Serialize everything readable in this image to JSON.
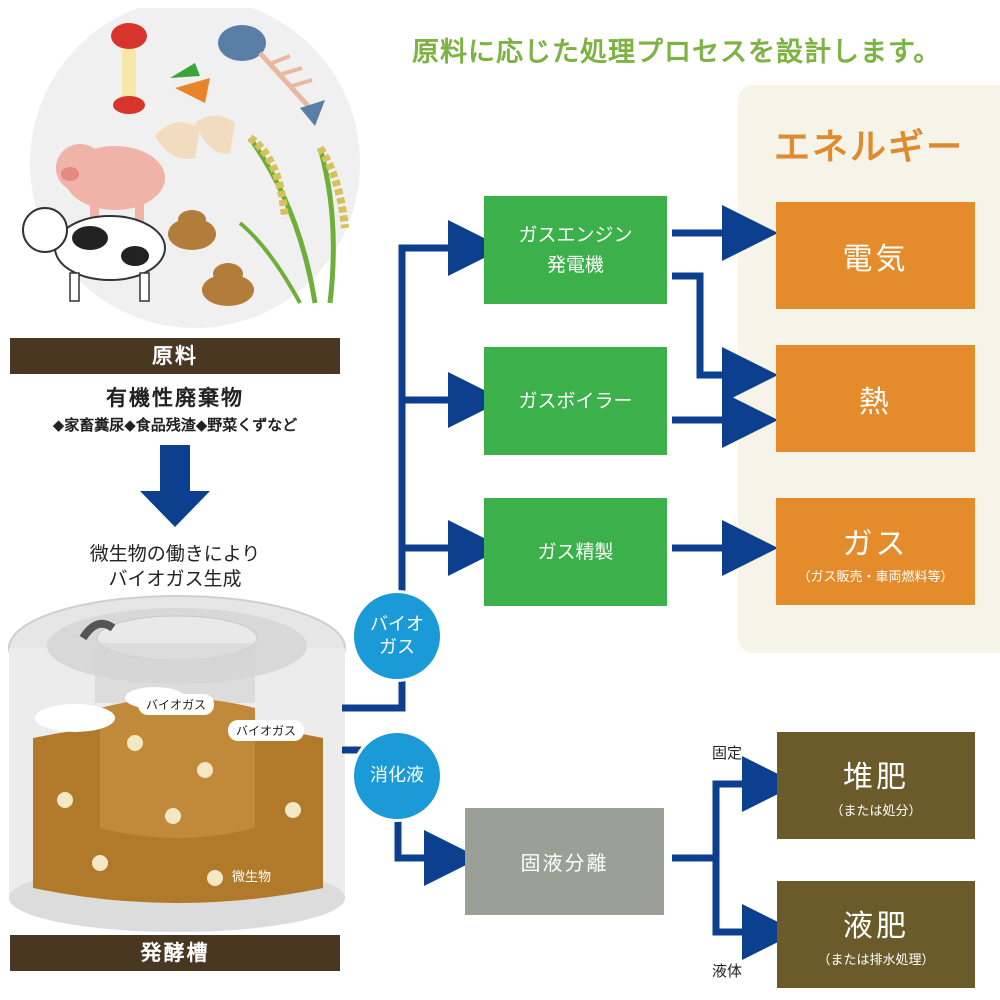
{
  "headline": "原料に応じた処理プロセスを設計します。",
  "raw_material": {
    "label": "原料",
    "title": "有機性廃棄物",
    "examples": "◆家畜糞尿◆食品残渣◆野菜くずなど"
  },
  "process_note": {
    "line1": "微生物の働きにより",
    "line2": "バイオガス生成"
  },
  "digester": {
    "label": "発酵槽",
    "bubble1": "バイオガス",
    "bubble2": "バイオガス",
    "microbe": "微生物"
  },
  "nodes": {
    "biogas_line1": "バイオ",
    "biogas_line2": "ガス",
    "digestate": "消化液",
    "gas_engine_line1": "ガスエンジン",
    "gas_engine_line2": "発電機",
    "gas_boiler": "ガスボイラー",
    "gas_refining": "ガス精製",
    "separation": "固液分離",
    "solid": "固定",
    "liquid": "液体"
  },
  "energy": {
    "title": "エネルギー",
    "electricity": "電気",
    "heat": "熱",
    "gas": "ガス",
    "gas_note": "（ガス販売・車両燃料等）"
  },
  "fertilizer": {
    "compost": "堆肥",
    "compost_note": "（または処分）",
    "liquid": "液肥",
    "liquid_note": "（または排水処理）"
  },
  "colors": {
    "headline": "#7cb342",
    "arrow": "#0d3f8f",
    "green": "#3cb04a",
    "orange": "#e48b2c",
    "olive": "#6b5b2a",
    "blue_circle": "#1a9ad6"
  }
}
